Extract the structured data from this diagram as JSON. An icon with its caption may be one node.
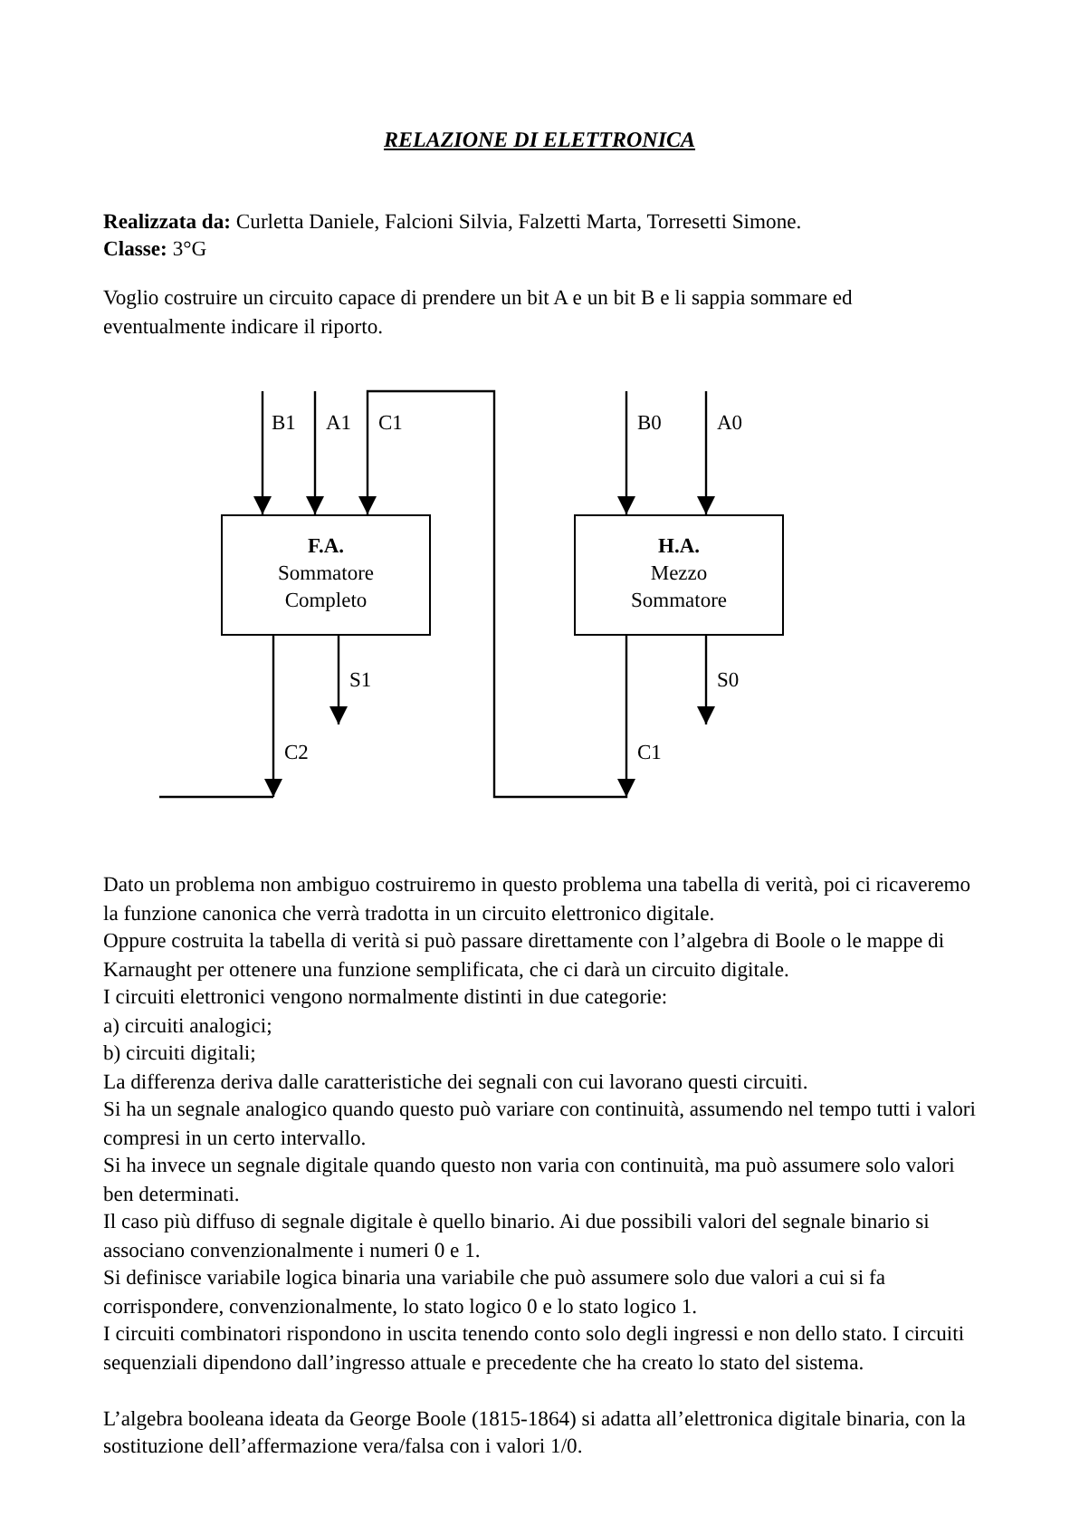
{
  "diagram": {
    "title": "RELAZIONE DI ELETTRONICA",
    "nodes": [
      {
        "text": [
          "F.A.",
          "Sommatore Completo"
        ]
      },
      {
        "text": [
          "H.A.",
          "Mezzo Sommatore"
        ]
      }
    ],
    "edges": [
      {
        "from": null,
        "to": 0,
        "arrow": "to",
        "label": "B1"
      },
      {
        "from": null,
        "to": 0,
        "arrow": "to",
        "label": "A1"
      },
      {
        "from": 1,
        "to": 0,
        "arrow": "to",
        "label": "C1"
      },
      {
        "from": null,
        "to": 1,
        "arrow": "to",
        "label": "B0"
      },
      {
        "from": null,
        "to": 1,
        "arrow": "to",
        "label": "A0"
      },
      {
        "from": 0,
        "to": null,
        "arrow": "to",
        "label": "S1"
      },
      {
        "from": 0,
        "to": null,
        "arrow": "to",
        "label": "C2"
      },
      {
        "from": 1,
        "to": null,
        "arrow": "to",
        "label": "S0"
      }
    ],
    "labels": [
      "**Realizzata da:** Curletta Daniele, Falcioni Silvia, Falzetti Marta, Torresetti Simone.",
      "**Classe:** 3°G",
      "Voglio costruire un circuito capace di prendere un bit A e un bit B e li sappia sommare ed eventualmente indicare il riporto.",
      "C1",
      "Dato un problema non ambiguo costruiremo in questo problema una tabella di verità, poi ci ricaveremo la funzione canonica che verrà tradotta in un circuito elettronico digitale.",
      "Oppure costruita la tabella di verità si può passare direttamente con l’algebra di Boole o le mappe di Karnaught per ottenere una funzione semplificata, che ci darà un circuito digitale.",
      "I circuiti elettronici vengono normalmente distinti in due categorie:",
      "a) circuiti analogici;",
      "b) circuiti digitali;",
      "La differenza deriva dalle caratteristiche dei segnali con cui lavorano questi circuiti.",
      "Si ha un segnale analogico quando questo può variare con continuità, assumendo nel tempo tutti i valori compresi in un certo intervallo.",
      "Si ha invece un segnale digitale quando questo non varia con continuità, ma può assumere solo valori ben determinati.",
      "Il caso più diffuso di segnale digitale è quello binario. Ai due possibili valori del segnale binario si associano convenzionalmente i numeri 0 e 1.",
      "Si definisce variabile logica binaria una variabile che può assumere solo due valori a cui si fa corrispondere, convenzionalmente, lo stato logico 0 e lo stato logico 1.",
      "I circuiti combinatori rispondono in uscita tenendo conto solo degli ingressi e non dello stato. I circuiti sequenziali dipendono dall’ingresso attuale e precedente che ha creato lo stato del sistema.",
      "L’algebra booleana ideata da George Boole (1815-1864) si adatta all’elettronica digitale binaria, con la sostituzione dell’affermazione vera/falsa con i valori 1/0."
    ]
  }
}
